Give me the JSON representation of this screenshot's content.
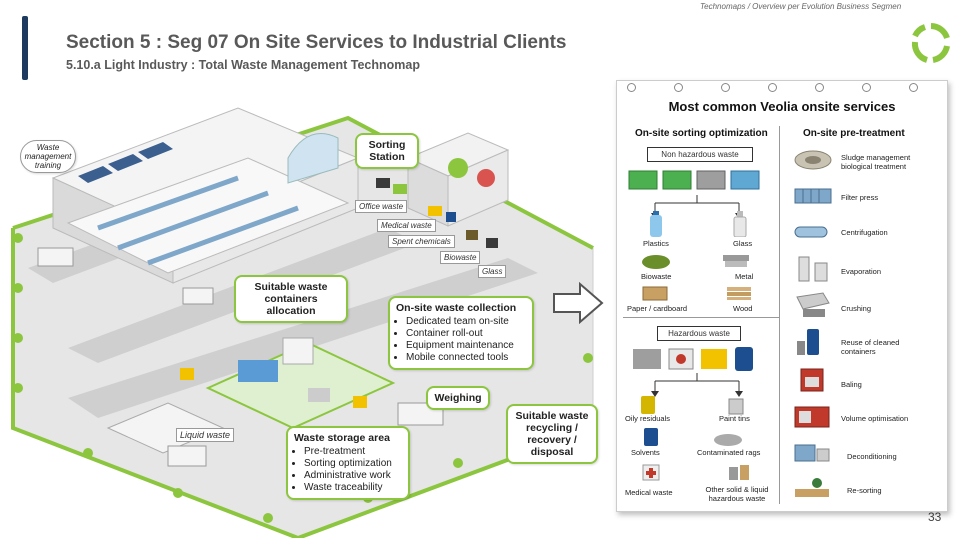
{
  "header": {
    "breadcrumb": "Technomaps / Overview per Evolution Business Segmen",
    "title": "Section 5 : Seg 07 On Site Services to Industrial Clients",
    "subtitle": "5.10.a Light Industry : Total Waste Management Technomap",
    "page_number": "33"
  },
  "colors": {
    "accent": "#8cc63f",
    "bar": "#1f3a5f",
    "title": "#595959"
  },
  "map": {
    "training_tag": "Waste management training",
    "sorting_station": "Sorting Station",
    "waste_tags": [
      "Office waste",
      "Medical waste",
      "Spent chemicals",
      "Biowaste",
      "Glass"
    ],
    "containers_allocation": "Suitable waste containers allocation",
    "collection": {
      "title": "On-site waste collection",
      "items": [
        "Dedicated team on-site",
        "Container roll-out",
        "Equipment maintenance",
        "Mobile connected tools"
      ]
    },
    "weighing": "Weighing",
    "liquid_waste": "Liquid waste",
    "storage": {
      "title": "Waste storage area",
      "items": [
        "Pre-treatment",
        "Sorting optimization",
        "Administrative work",
        "Waste traceability"
      ]
    },
    "recycling": "Suitable waste recycling / recovery / disposal"
  },
  "panel": {
    "title": "Most common Veolia onsite services",
    "sorting_header": "On-site sorting optimization",
    "pretreat_header": "On-site pre-treatment",
    "non_hazardous_box": "Non hazardous waste",
    "non_hazardous_items": [
      "Plastics",
      "Glass",
      "Biowaste",
      "Metal",
      "Paper / cardboard",
      "Wood"
    ],
    "hazardous_box": "Hazardous waste",
    "hazardous_items": [
      "Oily residuals",
      "Paint tins",
      "Solvents",
      "Contaminated rags",
      "Medical waste",
      "Other solid & liquid hazardous waste"
    ],
    "pretreatment_items": [
      "Sludge management biological treatment",
      "Filter press",
      "Centrifugation",
      "Evaporation",
      "Crushing",
      "Reuse of cleaned containers",
      "Baling",
      "Volume optimisation",
      "Deconditioning",
      "Re-sorting"
    ]
  }
}
